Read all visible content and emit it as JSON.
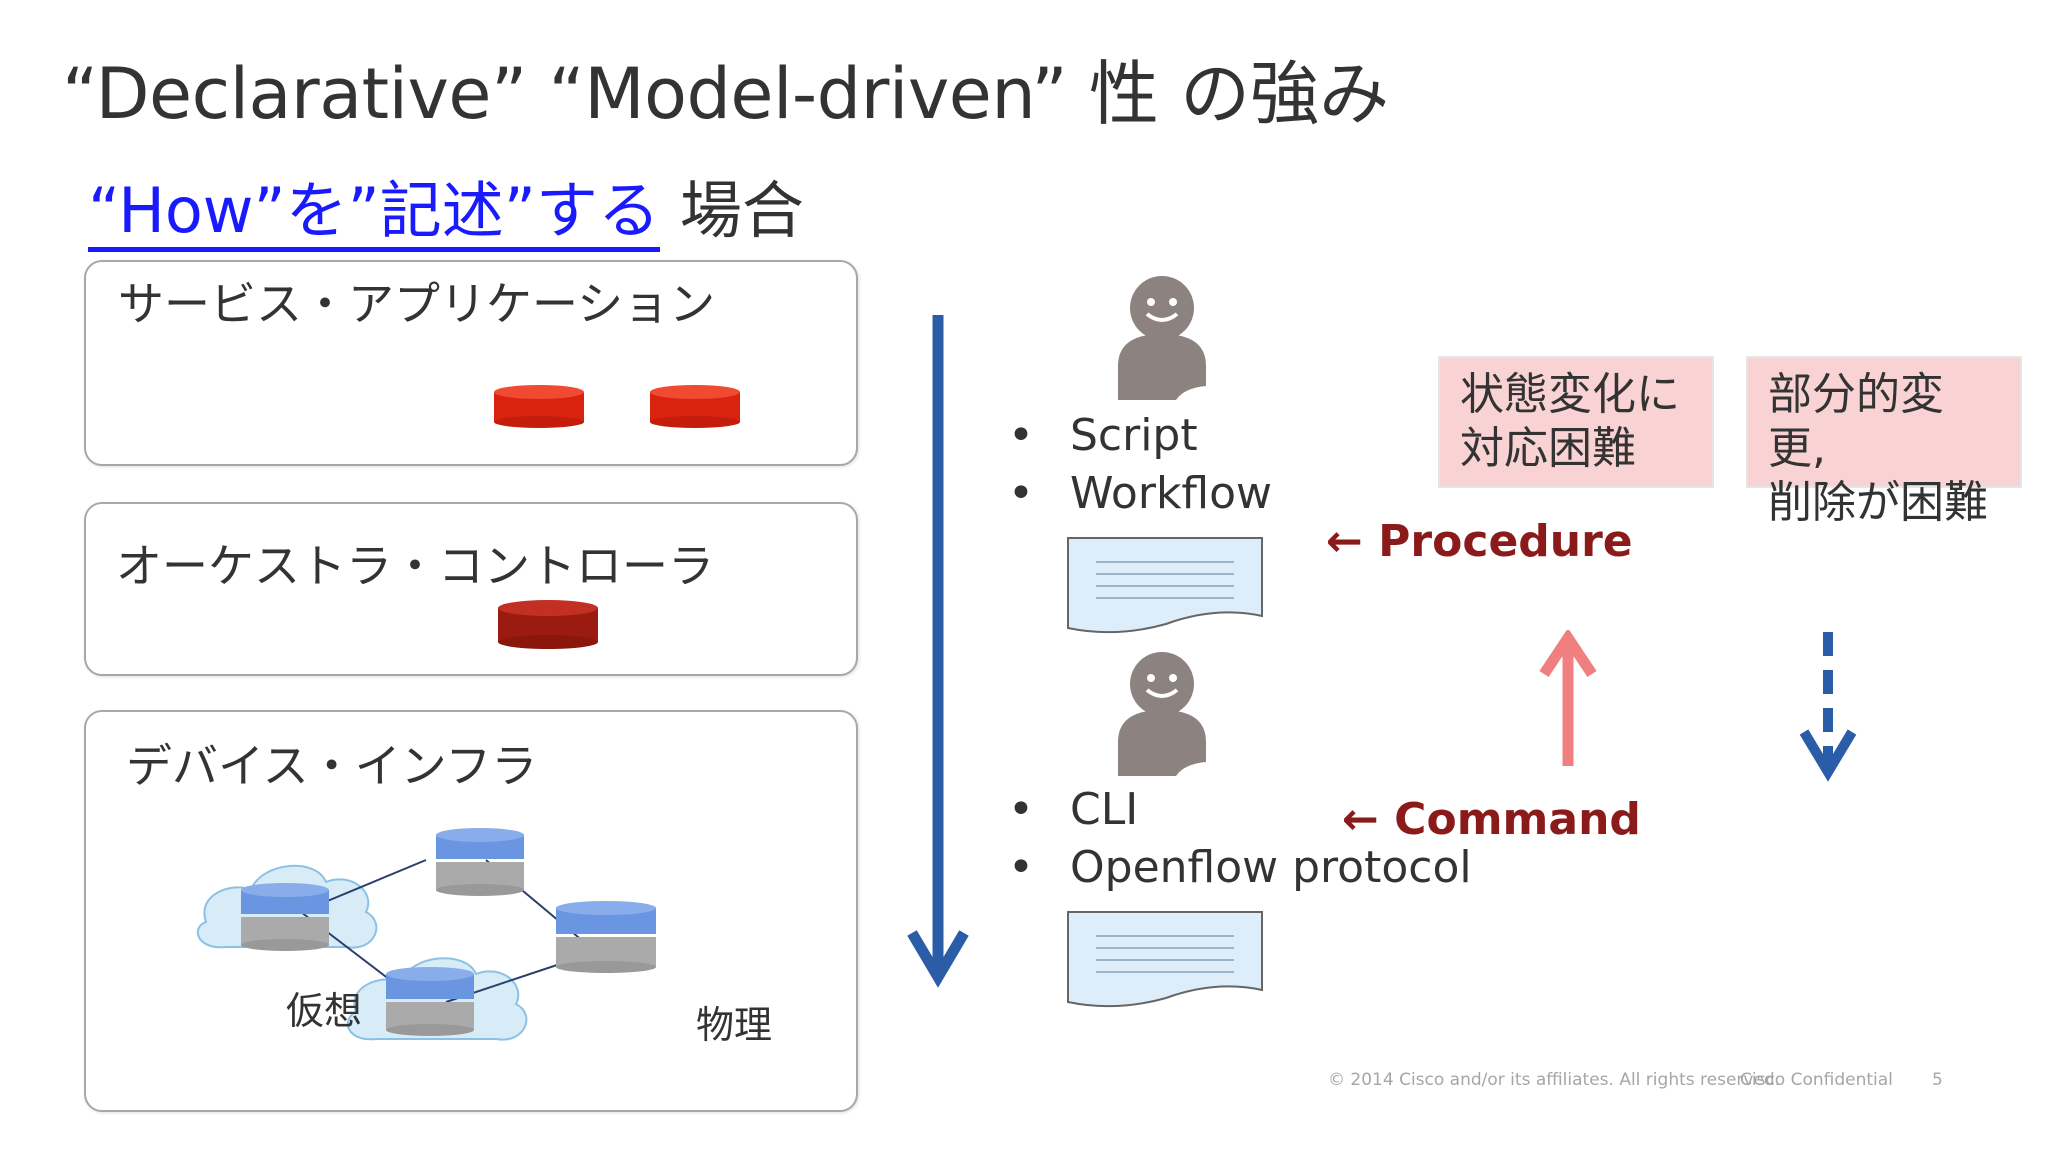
{
  "title": "“Declarative” “Model-driven” 性 の強み",
  "subtitle": {
    "link": "“How”を”記述”する",
    "plain": "場合"
  },
  "layers": [
    {
      "label": "サービス・アプリケーション"
    },
    {
      "label": "オーケストラ・コントローラ"
    },
    {
      "label": "デバイス・インフラ"
    }
  ],
  "device_labels": {
    "virtual": "仮想",
    "physical": "物理"
  },
  "upper_bullets": [
    "Script",
    "Workflow"
  ],
  "lower_bullets": [
    "CLI",
    "Openflow protocol"
  ],
  "bullet_char": "•",
  "procedure_label": "← Procedure",
  "command_label": "← Command",
  "pink_boxes": [
    {
      "line1": "状態変化に",
      "line2": "対応困難"
    },
    {
      "line1": "部分的変更,",
      "line2": "削除が困難"
    }
  ],
  "footer": {
    "copyright": "© 2014  Cisco and/or its affiliates. All rights reserved.",
    "confidential": "Cisco Confidential",
    "page": "5"
  },
  "colors": {
    "accent_blue": "#2b5ca8",
    "link_blue": "#1a1aff",
    "dark_red": "#8b1a1a",
    "pink": "#f9d3d4",
    "salmon_arrow": "#f08080",
    "db_red": "#d9230f"
  }
}
